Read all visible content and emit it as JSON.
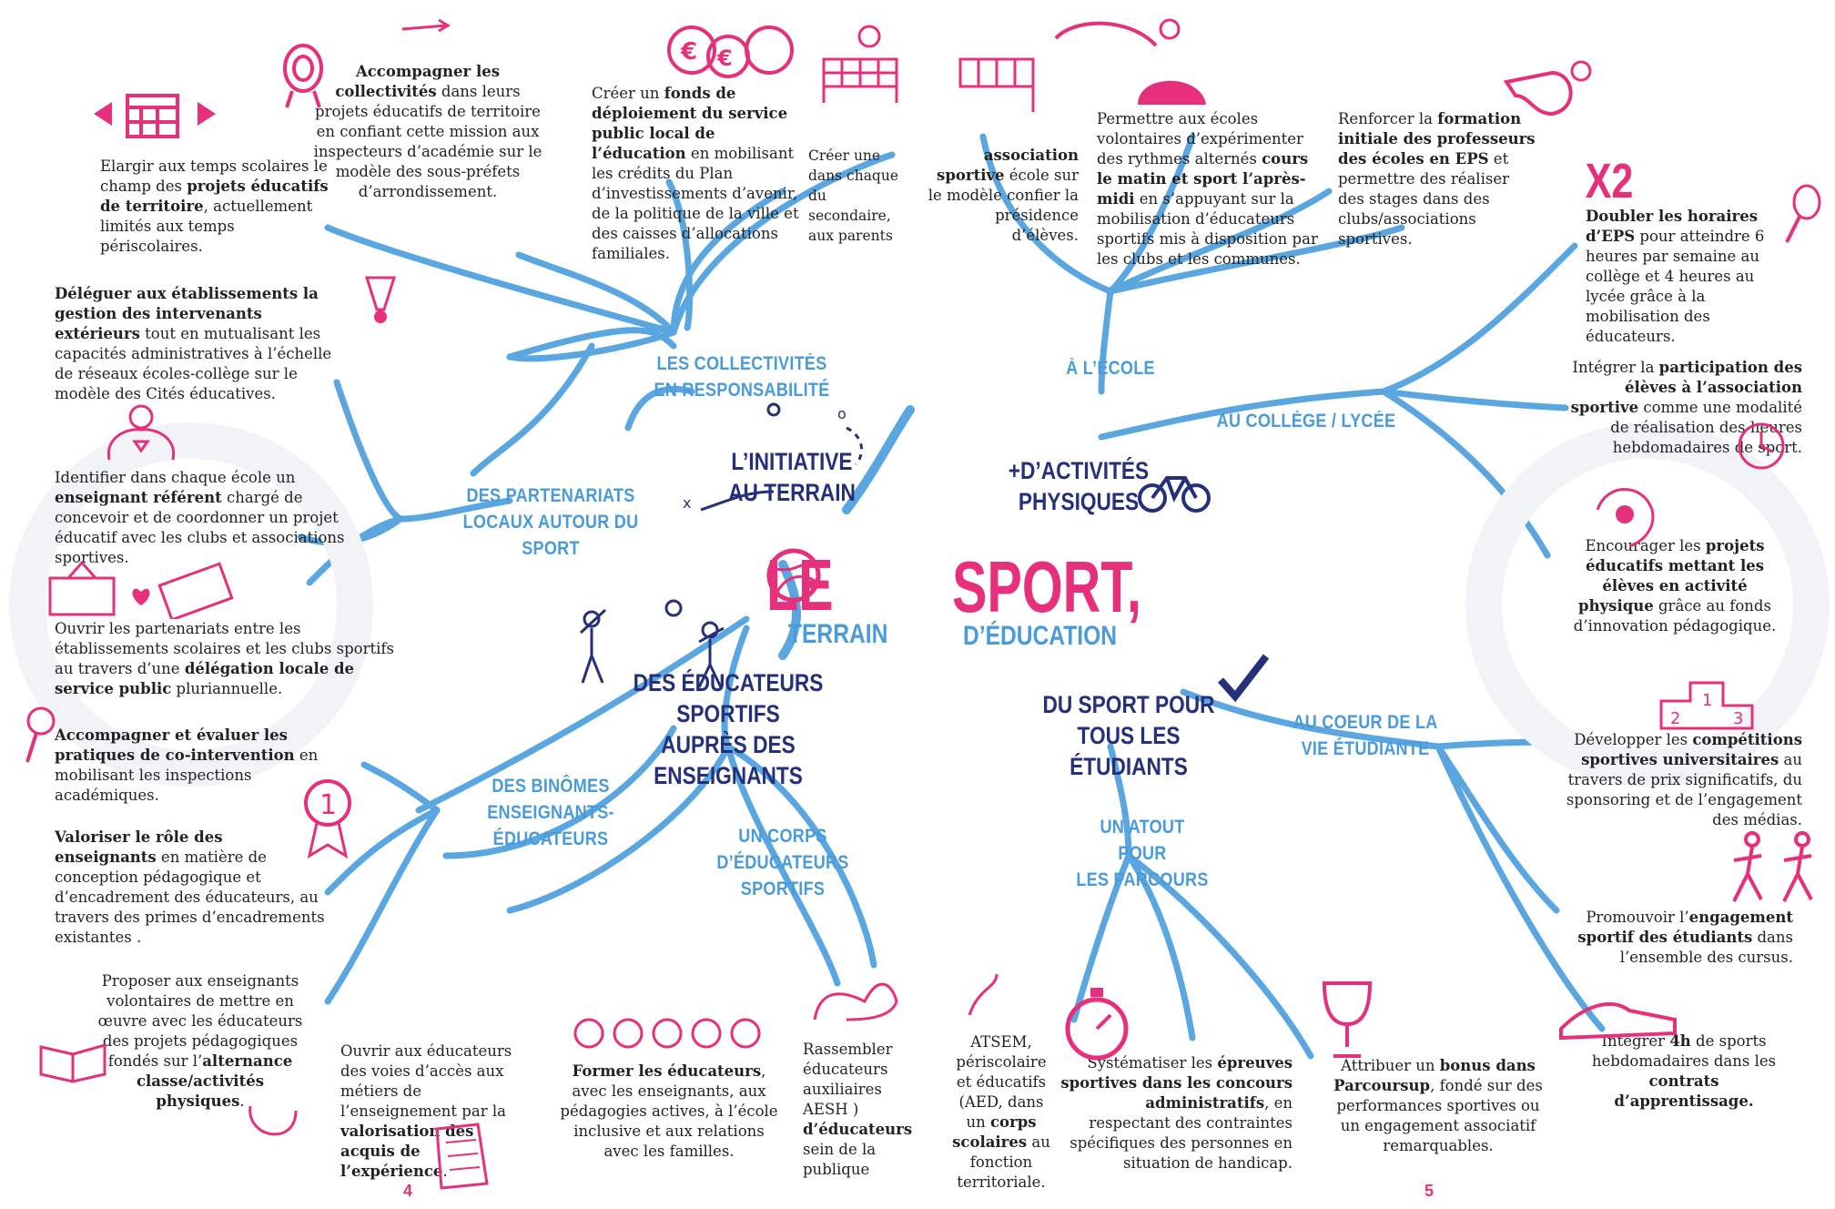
{
  "center": {
    "le": "LE",
    "terrain": "TERRAIN",
    "sport": "SPORT,",
    "education": "D’ÉDUCATION"
  },
  "main_branches": {
    "initiative": [
      "L’INITIATIVE",
      "AU TERRAIN"
    ],
    "educateurs": [
      "DES ÉDUCATEURS SPORTIFS",
      "AUPRÈS DES ENSEIGNANTS"
    ],
    "activites": [
      "+D’ACTIVITÉS",
      "PHYSIQUES"
    ],
    "etudiants": [
      "DU SPORT POUR",
      "TOUS LES ÉTUDIANTS"
    ]
  },
  "sub_branches": {
    "collectivites": [
      "LES COLLECTIVITÉS",
      "EN RESPONSABILITÉ"
    ],
    "partenariats": [
      "DES PARTENARIATS",
      "LOCAUX AUTOUR DU SPORT"
    ],
    "binomes": [
      "DES BINÔMES",
      "ENSEIGNANTS-ÉDUCATEURS"
    ],
    "corps": [
      "UN CORPS",
      "D’ÉDUCATEURS SPORTIFS"
    ],
    "ecole": [
      "À L’ÉCOLE"
    ],
    "college": [
      "AU COLLÈGE / LYCÉE"
    ],
    "vie": [
      "AU COEUR DE LA",
      "VIE ÉTUDIANTE"
    ],
    "atout": [
      "UN ATOUT POUR",
      "LES PARCOURS"
    ]
  },
  "x2": "X2",
  "pages": {
    "left": "4",
    "right": "5"
  },
  "texts": {
    "elargir": [
      "Elargir aux temps scolaires le",
      "champ des ",
      "projets éducatifs de territoire",
      ", actuellement limités aux temps périscolaires."
    ],
    "accompagner_coll": [
      "Accompagner les collectivités",
      " dans leurs projets éducatifs de territoire en confiant cette mission aux inspecteurs d’académie sur le modèle des sous-préfets d’arrondissement."
    ],
    "fonds": [
      "Créer un ",
      "fonds de déploiement du service public local de l’éducation",
      " en mobilisant les crédits du Plan d’investissements d’avenir, de la politique de la ville et des caisses d’allocations familiales."
    ],
    "creer_chaque": [
      "Créer une dans chaque du secondaire, aux parents"
    ],
    "deleguer": [
      "Déléguer aux établissements la gestion des intervenants extérieurs",
      " tout en mutualisant les capacités administratives à l’échelle de réseaux écoles-collège sur le modèle des Cités éducatives."
    ],
    "identifier": [
      "Identifier dans chaque école un ",
      "enseignant référent",
      " chargé de concevoir et de coordonner un projet éducatif avec les clubs et associations sportives."
    ],
    "ouvrir_part": [
      "Ouvrir les partenariats entre les établissements scolaires et les clubs sportifs au travers d’une ",
      "délégation locale de service public",
      " pluriannuelle."
    ],
    "accomp_eval": [
      "Accompagner et évaluer les pratiques de co-intervention",
      " en mobilisant les inspections académiques."
    ],
    "valoriser": [
      "Valoriser le rôle des enseignants",
      " en matière de conception pédagogique et d’encadrement des éducateurs, au travers des primes d’encadrements existantes ."
    ],
    "proposer": [
      "Proposer aux enseignants volontaires de mettre en œuvre avec les éducateurs des projets pédagogiques fondés sur l’",
      "alternance classe/activités physiques",
      "."
    ],
    "ouvrir_educ": [
      "Ouvrir aux éducateurs des voies d’accès aux métiers de l’enseignement par la ",
      "valorisation des acquis de l’expérience",
      "."
    ],
    "former": [
      "Former les éducateurs",
      ", avec les enseignants, aux pédagogies actives, à l’école inclusive et aux relations avec les familles."
    ],
    "rassembler": [
      "Rassembler éducateurs auxiliaires AESH ) ",
      "d’éducateurs",
      " sein de la publique"
    ],
    "asso_sportive": [
      "association sportive",
      " école sur le modèle confier la présidence d’élèves."
    ],
    "permettre": [
      "Permettre aux écoles volontaires d’expérimenter des rythmes alternés ",
      "cours le matin et sport l’après-midi",
      " en s’appuyant sur la mobilisation d’éducateurs sportifs mis à disposition par les clubs et les communes."
    ],
    "renforcer": [
      "Renforcer la ",
      "formation initiale des professeurs des écoles en EPS",
      " et permettre des réaliser des stages dans des clubs/associations sportives."
    ],
    "doubler": [
      "Doubler les horaires d’EPS",
      " pour atteindre 6 heures par semaine au collège et 4 heures au lycée grâce à la mobilisation des éducateurs."
    ],
    "integrer_part": [
      "Intégrer la ",
      "participation des élèves à l’association sportive",
      " comme une modalité de réalisation des heures hebdomadaires de sport."
    ],
    "encourager": [
      "Encourager les ",
      "projets éducatifs mettant les élèves en activité physique",
      " grâce au fonds d’innovation pédagogique."
    ],
    "developper": [
      "Développer les ",
      "compétitions sportives universitaires",
      " au travers de prix significatifs, du sponsoring et de l’engagement des médias."
    ],
    "promouvoir": [
      "Promouvoir l’",
      "engagement sportif des étudiants",
      " dans l’ensemble des cursus."
    ],
    "integrer_4h": [
      "Intégrer ",
      "4h",
      " de sports hebdomadaires dans les ",
      "contrats d’apprentissage."
    ],
    "atsem": [
      "ATSEM, périscolaire et éducatifs (AED, dans un ",
      "corps scolaires",
      " au fonction territoriale."
    ],
    "systematiser": [
      "Systématiser les ",
      "épreuves sportives dans les concours administratifs",
      ", en respectant des contraintes spécifiques des personnes en situation de handicap."
    ],
    "attribuer": [
      "Attribuer un ",
      "bonus dans Parcoursup",
      ", fondé sur des performances sportives ou un engagement associatif remarquables."
    ]
  },
  "icons": [
    "calendar-icon",
    "target-icon",
    "money-bags-icon",
    "net-icon",
    "badminton-shuttle-icon",
    "superhero-icon",
    "school-icon",
    "heart-icon",
    "field-icon",
    "basketball-icon",
    "rattle-icon",
    "medal-icon",
    "book-icon",
    "jump-rope-icon",
    "faces-icon",
    "arm-icon",
    "sun-icon",
    "watermelon-icon",
    "whistle-icon",
    "tennis-racket-icon",
    "stopwatch-icon",
    "clock-icon",
    "runner-hand-icon",
    "podium-icon",
    "runners-icon",
    "sneaker-icon",
    "trophy-icon",
    "bicycle-icon",
    "check-icon",
    "players-icon",
    "document-icon"
  ],
  "colors": {
    "pink": "#e6307b",
    "blue": "#4a9bd9",
    "navy": "#25307a"
  }
}
